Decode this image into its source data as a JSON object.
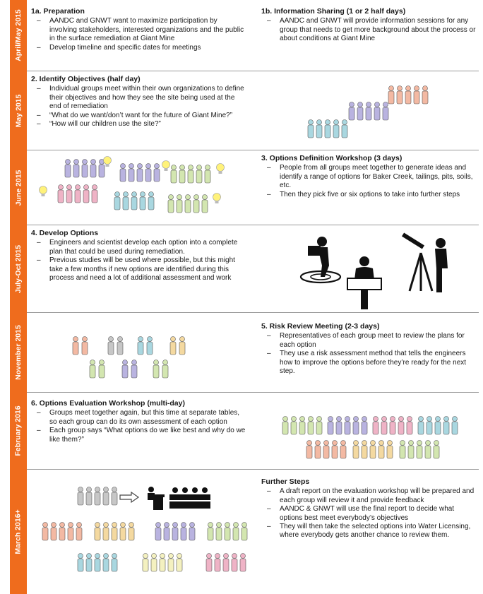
{
  "timeline": [
    {
      "period": "April/May 2015",
      "left": {
        "title": "1a. Preparation",
        "items": [
          "AANDC and GNWT want to maximize participation by involving stakeholders, interested organizations and the public in the surface remediation at Giant Mine",
          "Develop timeline and specific dates for meetings"
        ]
      },
      "right": {
        "title": "1b. Information Sharing (1 or 2 half days)",
        "items": [
          "AANDC and GNWT will provide information sessions for any group that needs to get more background about the process or about conditions at Giant Mine"
        ]
      }
    },
    {
      "period": "May 2015",
      "left": {
        "title": "2. Identify Objectives (half day)",
        "items": [
          "Individual groups meet within their own organizations to define their objectives and how they see the site being used at the end of remediation",
          "“What do we want/don’t want for the future of Giant Mine?”",
          "“How will our children use the site?”"
        ]
      }
    },
    {
      "period": "June 2015",
      "right": {
        "title": "3. Options Definition Workshop (3 days)",
        "items": [
          "People from all groups meet together to generate ideas and identify a range of options for Baker Creek, tailings, pits, soils, etc.",
          "Then they pick five or six options to take into further steps"
        ]
      }
    },
    {
      "period": "July-Oct 2015",
      "left": {
        "title": "4. Develop Options",
        "items": [
          "Engineers and scientist develop each option into a complete plan that could be used during remediation.",
          "Previous studies will be used where possible, but this might take a few months if new options are identified during this process and need a lot of additional assessment and work"
        ]
      }
    },
    {
      "period": "November 2015",
      "right": {
        "title": "5. Risk Review Meeting (2-3 days)",
        "items": [
          "Representatives of each group meet to review the plans for each option",
          "They use a risk assessment method that tells the engineers how to improve the options before they’re ready for the next step."
        ]
      }
    },
    {
      "period": "February 2016",
      "left": {
        "title": "6. Options Evaluation Workshop (multi-day)",
        "items": [
          "Groups meet together again, but this time at separate tables, so each group can do its own assessment of each option",
          "Each group says “What options do we like best and why do we like them?”"
        ]
      }
    },
    {
      "period": "March 2016+",
      "right": {
        "title": "Further Steps",
        "items": [
          "A draft report on the evaluation workshop will be prepared and each group will review it and provide feedback",
          "AANDC & GNWT will use the final report to decide what options best meet everybody’s objectives",
          "They will then take the selected options into Water Licensing, where everybody gets another chance to review them."
        ]
      }
    }
  ],
  "colors": {
    "accent": "#ef6c1d",
    "crowd": [
      "#b9b3e0",
      "#f3b9a3",
      "#a9d7e0",
      "#d3e6b0",
      "#f4d9a0",
      "#efb3c6",
      "#c7c7c7"
    ]
  },
  "icons": [
    "crowd-icon",
    "lightbulb-icon",
    "worker-icon",
    "engineer-icon",
    "surveyor-icon",
    "arrow-icon",
    "podium-icon",
    "audience-icon"
  ]
}
